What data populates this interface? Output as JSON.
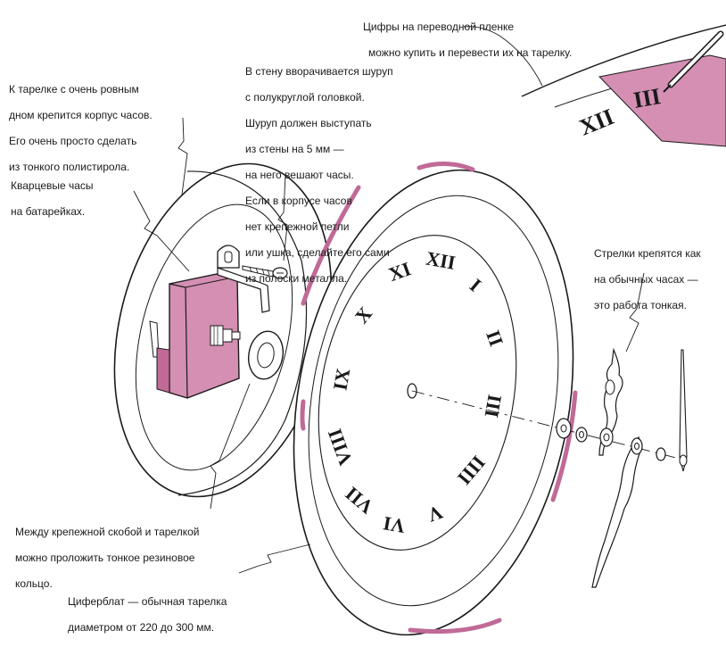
{
  "colors": {
    "ink": "#1a1a1a",
    "accent": "#c06a97",
    "accent_fill": "#d48fb3",
    "paper": "#ffffff"
  },
  "dial_numerals": [
    "XII",
    "I",
    "II",
    "III",
    "IIII",
    "V",
    "VI",
    "VII",
    "VIII",
    "IX",
    "X",
    "XI"
  ],
  "decal_numerals": [
    "XII",
    "III"
  ],
  "annotations": {
    "decal": [
      "Цифры на переводной пленке",
      "можно купить и перевести их на тарелку."
    ],
    "case": [
      "К тарелке с очень ровным",
      "дном крепится корпус часов.",
      "Его очень просто сделать",
      "из тонкого полистирола."
    ],
    "screw": [
      "В стену вворачивается шуруп",
      "с полукруглой головкой.",
      "Шуруп должен выступать",
      "из стены на 5 мм —",
      "на него вешают часы.",
      "Если в корпусе часов",
      "нет крепежной петли",
      "или ушка, сделайте его сами",
      "из полоски металла."
    ],
    "movement": [
      "Кварцевые  часы",
      "на батарейках."
    ],
    "hands": [
      "Стрелки крепятся как",
      "на обычных часах —",
      "это работа тонкая."
    ],
    "gasket": [
      "Между крепежной скобой и тарелкой",
      "можно проложить тонкое резиновое",
      "кольцо."
    ],
    "dial": [
      "Циферблат — обычная тарелка",
      "диаметром от 220 до 300 мм."
    ]
  }
}
